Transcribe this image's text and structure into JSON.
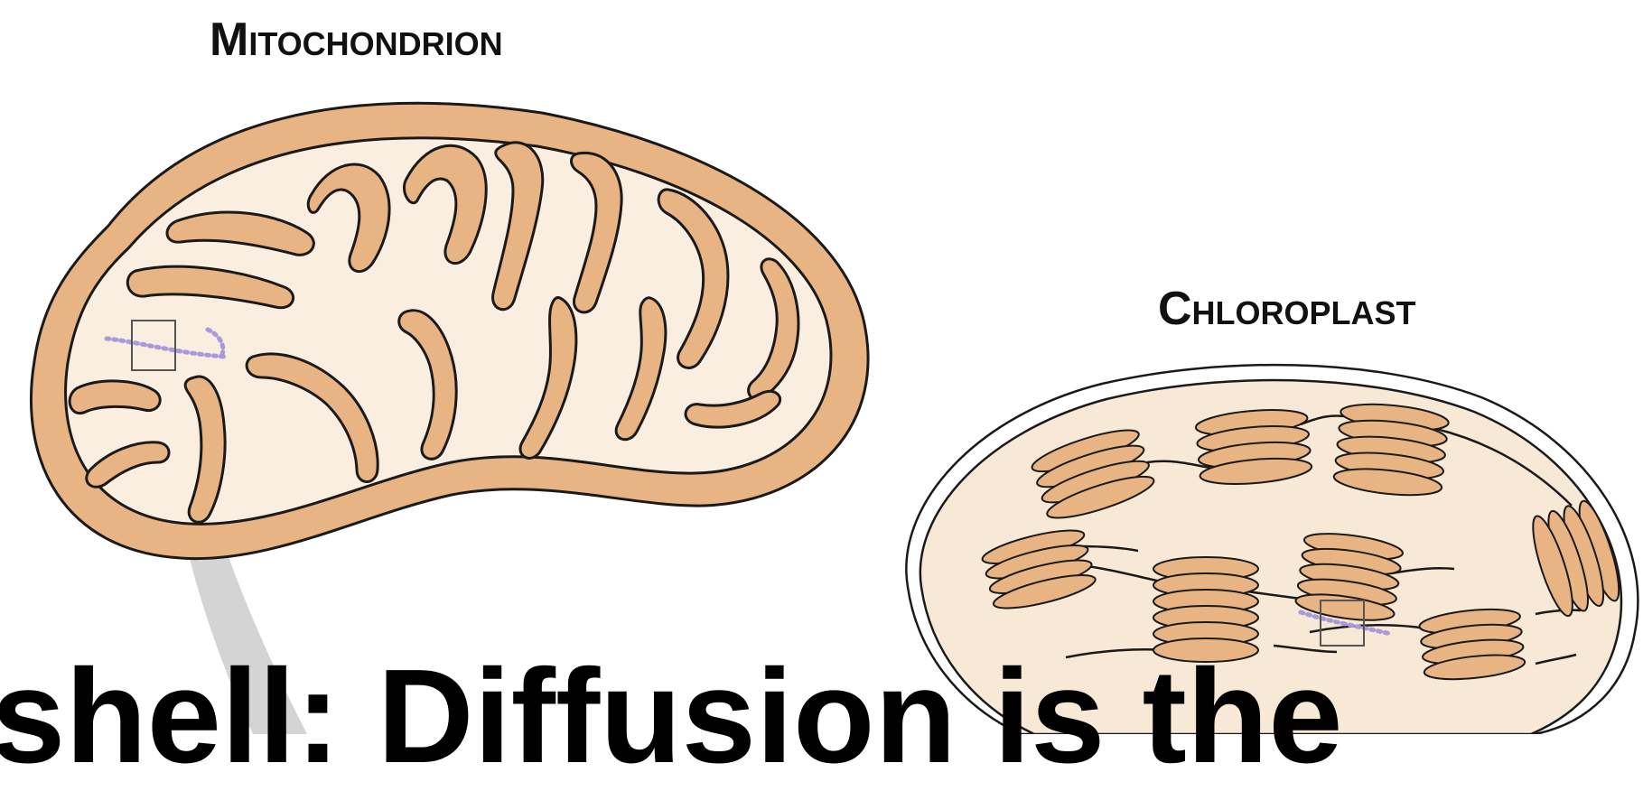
{
  "labels": {
    "mitochondrion": "Mitochondrion",
    "chloroplast": "Chloroplast"
  },
  "caption": "shell: Diffusion is the",
  "colors": {
    "membrane_fill": "#e9b484",
    "matrix_fill": "#faeee0",
    "outline": "#1a1a1a",
    "callout_beam": "#d4d4d4",
    "dotted_highlight": "#a99bd9"
  }
}
